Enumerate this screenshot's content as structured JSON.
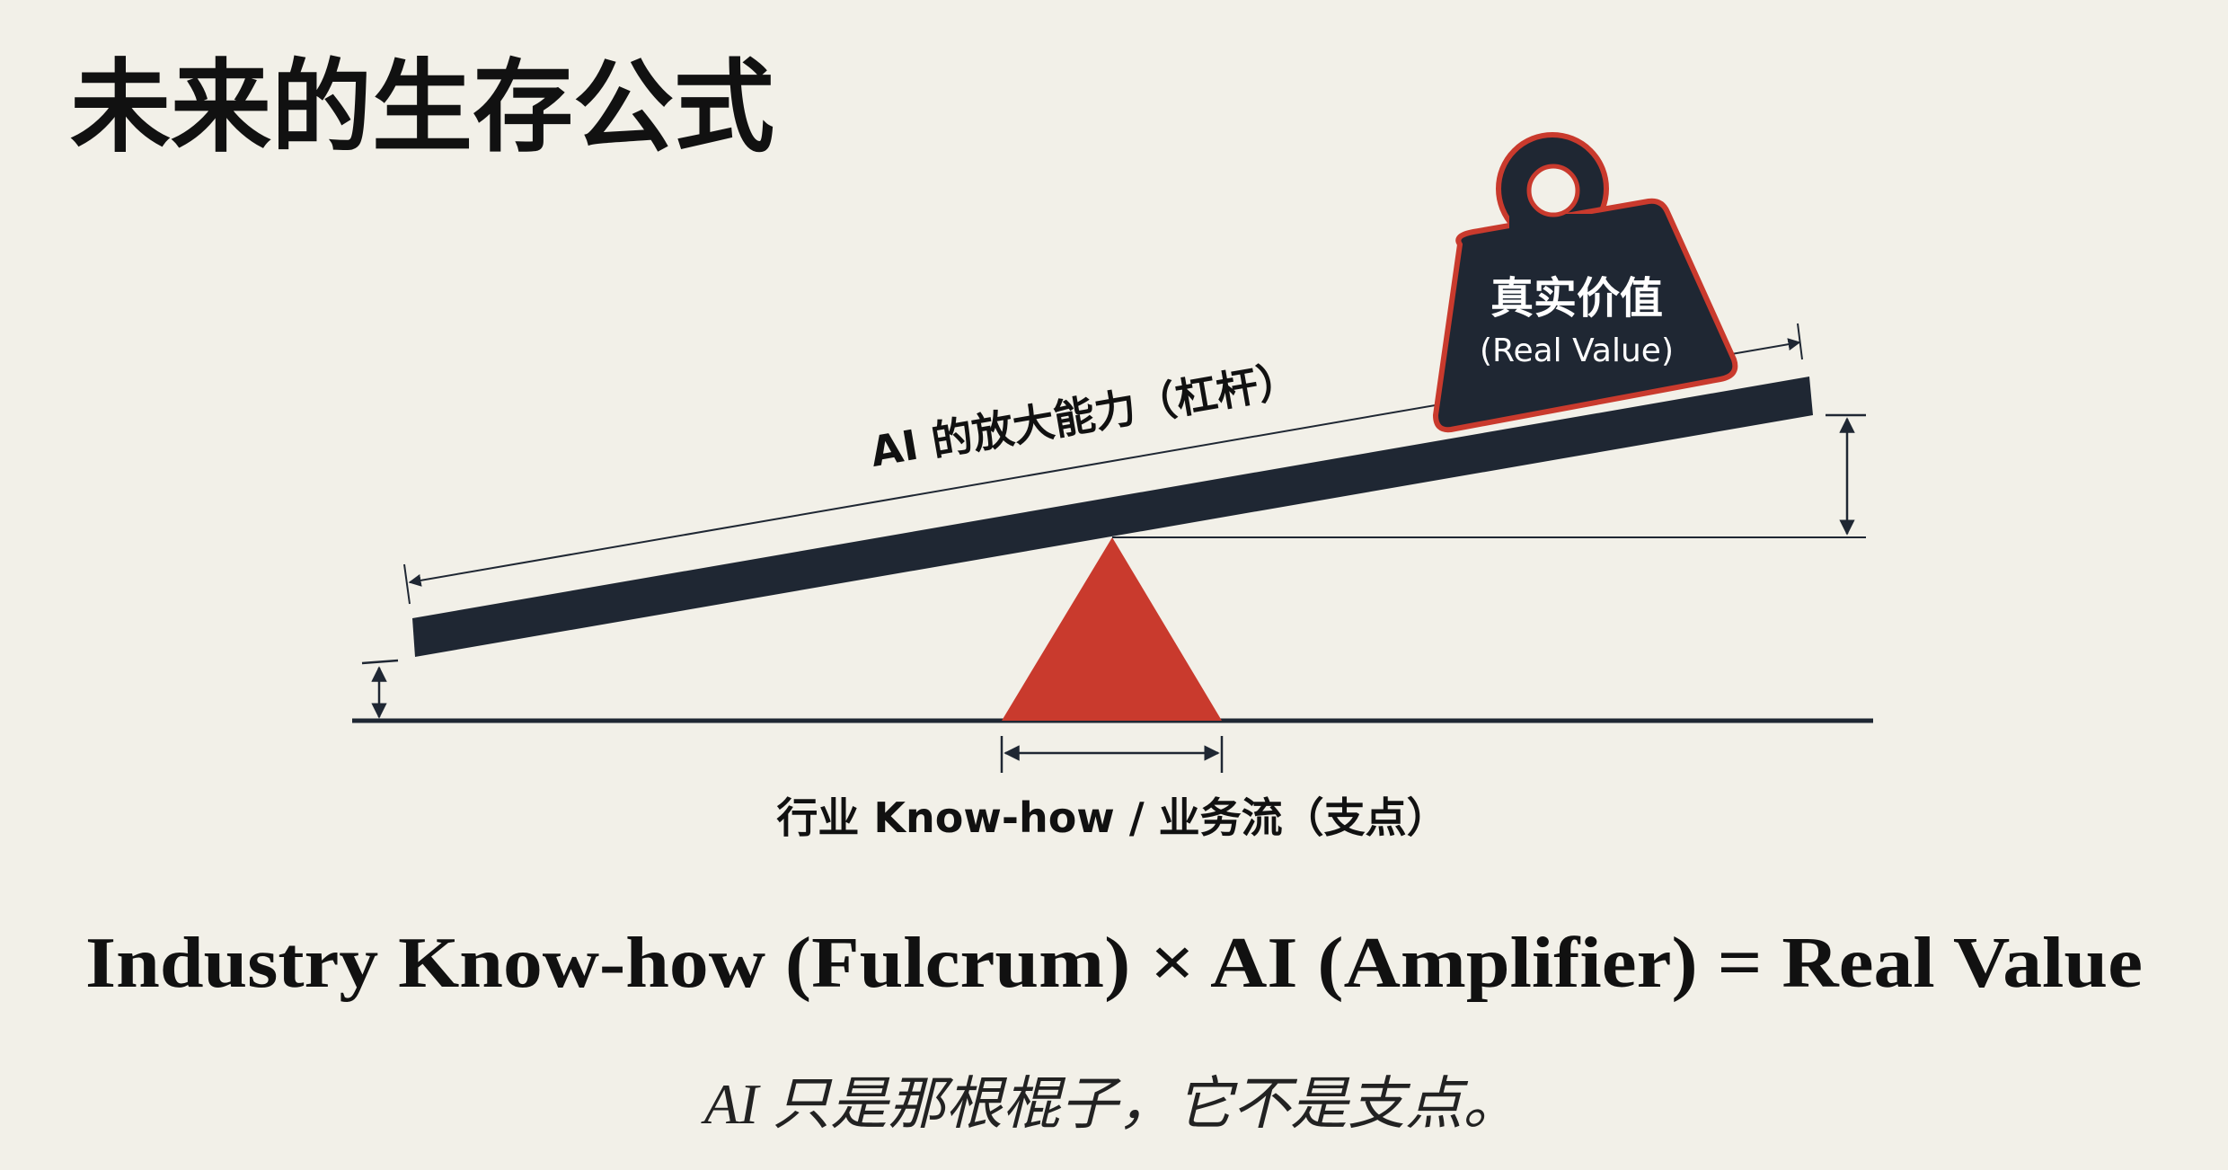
{
  "title": "未来的生存公式",
  "diagram": {
    "lever_label": "AI 的放大能力（杠杆）",
    "weight_label_cn": "真实价值",
    "weight_label_en": "(Real Value)",
    "fulcrum_label": "行业 Know-how / 业务流（支点）"
  },
  "formula": "Industry Know-how (Fulcrum) × AI (Amplifier) = Real Value",
  "tagline": "AI 只是那根棍子，它不是支点。",
  "colors": {
    "background": "#f2f0e8",
    "dark": "#1f2733",
    "accent_red": "#c93a2d"
  }
}
